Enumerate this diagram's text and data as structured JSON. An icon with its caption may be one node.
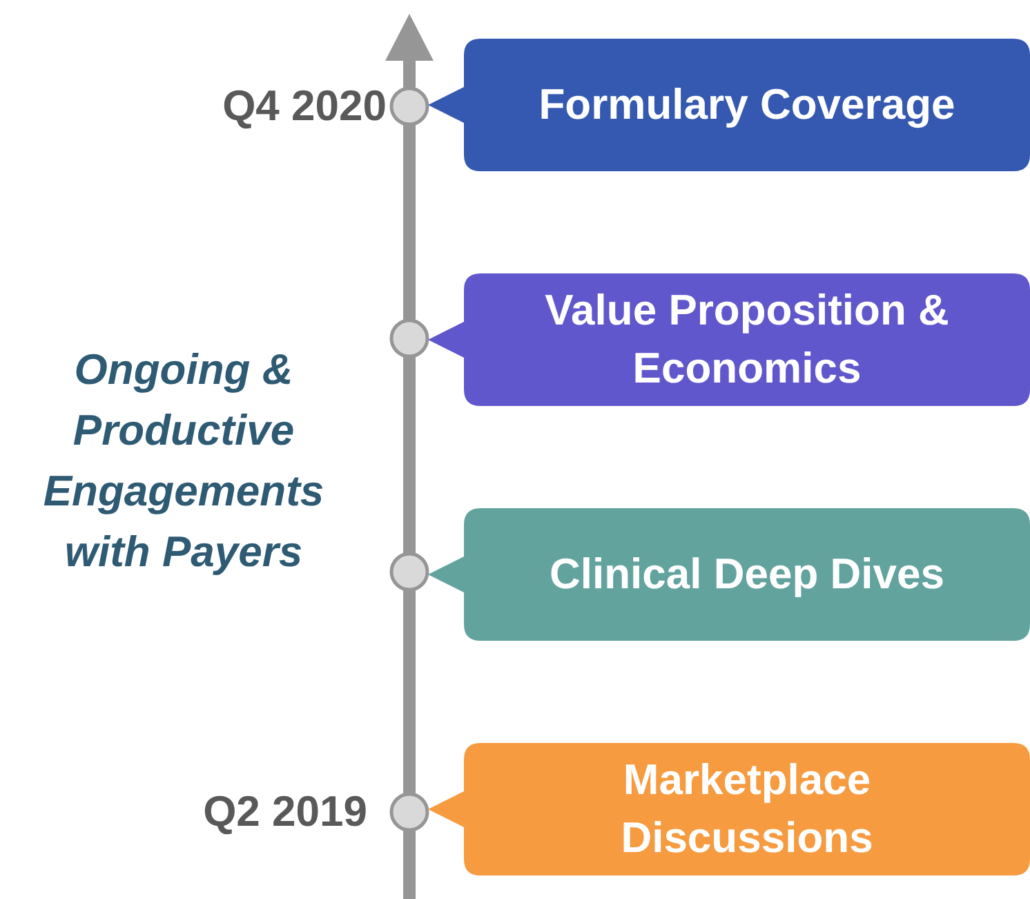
{
  "diagram": {
    "nodes": [
      {
        "text": [
          "Formulary Coverage"
        ]
      },
      {
        "text": [
          "Value Proposition & Economics"
        ]
      },
      {
        "text": [
          "Clinical Deep Dives"
        ]
      },
      {
        "text": [
          "Marketplace Discussions"
        ]
      }
    ],
    "labels": [
      "Q4 2020",
      "Ongoing & Productive Engagements with Payers",
      "Q2 2019"
    ]
  }
}
